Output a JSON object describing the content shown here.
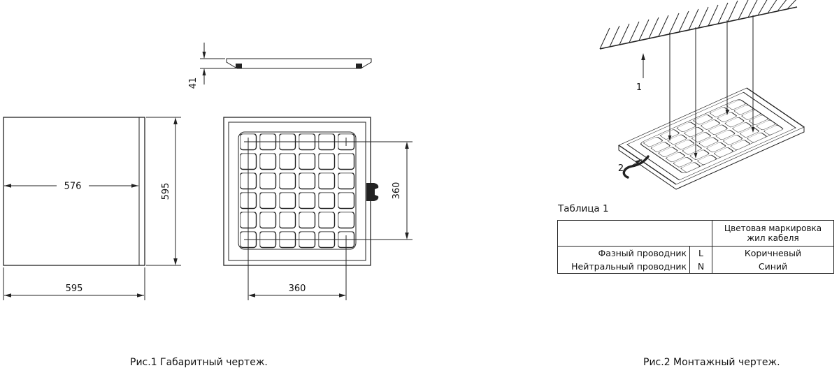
{
  "fig1": {
    "caption": "Рис.1 Габаритный чертеж.",
    "dim_thickness": "41",
    "dim_inner_width": "576",
    "dim_height": "595",
    "dim_width": "595",
    "dim_led_field_height": "360",
    "dim_led_field_width": "360"
  },
  "fig2": {
    "caption": "Рис.2 Монтажный чертеж.",
    "callout_suspension": "1",
    "callout_cable": "2",
    "table": {
      "title": "Таблица 1",
      "col_header": "Цветовая маркировка жил кабеля",
      "rows": [
        {
          "name": "Фазный проводник",
          "code": "L",
          "color": "Коричневый"
        },
        {
          "name": "Нейтральный проводник",
          "code": "N",
          "color": "Синий"
        }
      ]
    }
  }
}
